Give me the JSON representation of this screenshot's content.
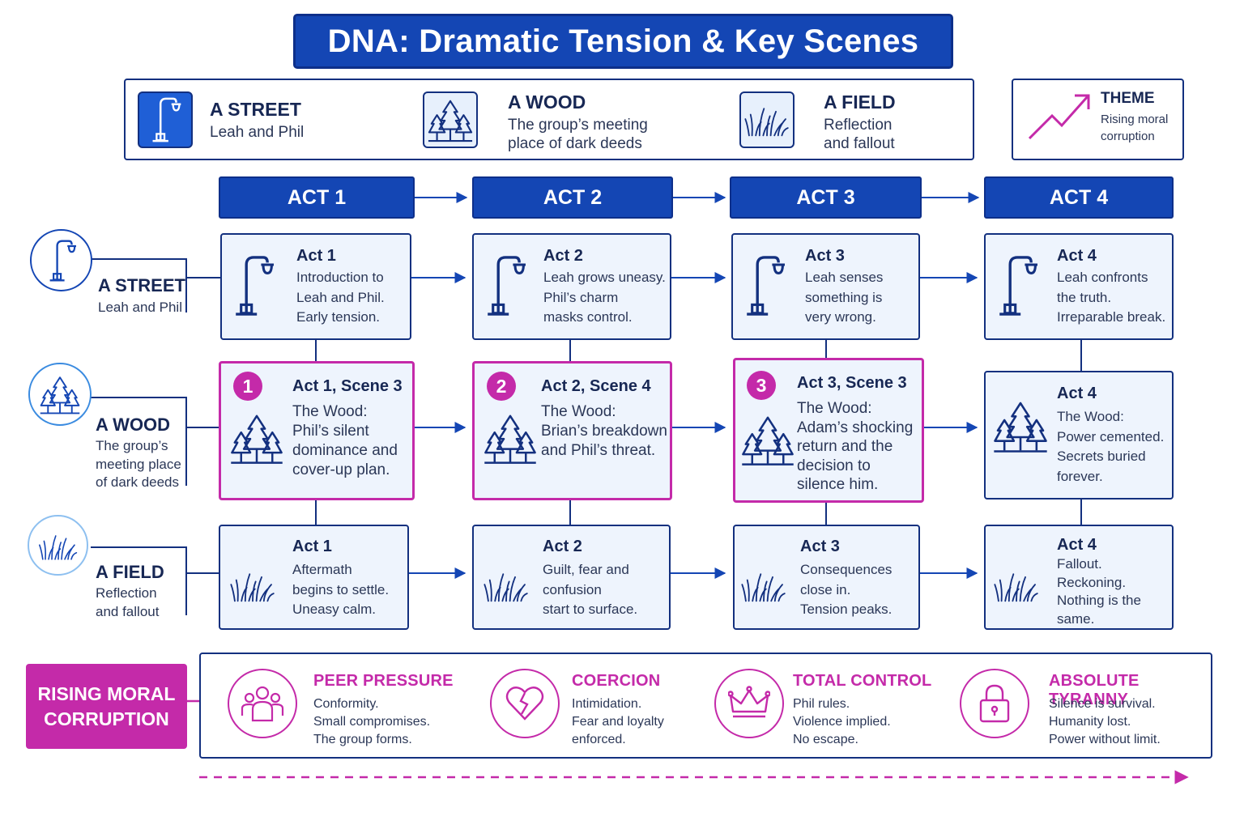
{
  "title": "DNA: Dramatic Tension & Key Scenes",
  "legend": [
    {
      "title": "A STREET",
      "sub": "Leah and Phil",
      "icon": "street-lamp-icon"
    },
    {
      "title": "A WOOD",
      "sub": "The group’s meeting\nplace of dark deeds",
      "icon": "trees-icon"
    },
    {
      "title": "A FIELD",
      "sub": "Reflection\nand fallout",
      "icon": "grass-icon"
    }
  ],
  "theme": {
    "title": "THEME",
    "sub": "Rising moral\ncorruption",
    "icon": "rising-trend-icon"
  },
  "acts": [
    "ACT 1",
    "ACT 2",
    "ACT 3",
    "ACT 4"
  ],
  "rows": [
    {
      "title": "A STREET",
      "sub": "Leah and Phil",
      "icon": "street-lamp-icon"
    },
    {
      "title": "A WOOD",
      "sub": "The group’s\nmeeting place\nof dark deeds",
      "icon": "trees-icon"
    },
    {
      "title": "A FIELD",
      "sub": "Reflection\nand fallout",
      "icon": "grass-icon"
    }
  ],
  "street": [
    {
      "title": "Act 1",
      "text": "Introduction to\nLeah and Phil.\nEarly tension."
    },
    {
      "title": "Act 2",
      "text": "Leah grows uneasy.\nPhil’s charm\nmasks control."
    },
    {
      "title": "Act 3",
      "text": "Leah senses\nsomething is\nvery wrong."
    },
    {
      "title": "Act 4",
      "text": "Leah confronts\nthe truth.\nIrreparable break."
    }
  ],
  "wood": [
    {
      "badge": "1",
      "title": "Act 1, Scene 3",
      "text": "The Wood:\nPhil’s silent\ndominance and\ncover-up plan."
    },
    {
      "badge": "2",
      "title": "Act 2, Scene 4",
      "text": "The Wood:\nBrian’s breakdown\nand Phil’s threat."
    },
    {
      "badge": "3",
      "title": "Act 3, Scene 3",
      "text": "The Wood:\nAdam’s shocking\nreturn and the\ndecision to\nsilence him."
    },
    {
      "title": "Act 4",
      "text": "The Wood:\nPower cemented.\nSecrets buried\nforever."
    }
  ],
  "field": [
    {
      "title": "Act 1",
      "text": "Aftermath\nbegins to settle.\nUneasy calm."
    },
    {
      "title": "Act 2",
      "text": "Guilt, fear and\nconfusion\nstart to surface."
    },
    {
      "title": "Act 3",
      "text": "Consequences\nclose in.\nTension peaks."
    },
    {
      "title": "Act 4",
      "text": "Fallout.\nReckoning.\nNothing is the\nsame."
    }
  ],
  "corruption": {
    "label": "RISING MORAL\nCORRUPTION",
    "stages": [
      {
        "title": "PEER PRESSURE",
        "text": "Conformity.\nSmall compromises.\nThe group forms.",
        "icon": "group-icon"
      },
      {
        "title": "COERCION",
        "text": "Intimidation.\nFear and loyalty\nenforced.",
        "icon": "broken-heart-icon"
      },
      {
        "title": "TOTAL CONTROL",
        "text": "Phil rules.\nViolence implied.\nNo escape.",
        "icon": "crown-icon"
      },
      {
        "title": "ABSOLUTE TYRANNY",
        "text": "Silence is survival.\nHumanity lost.\nPower without limit.",
        "icon": "padlock-icon"
      }
    ]
  },
  "colors": {
    "navy": "#13307f",
    "blue": "#1446b4",
    "magenta": "#c42aa9",
    "card": "#eef4fd"
  }
}
